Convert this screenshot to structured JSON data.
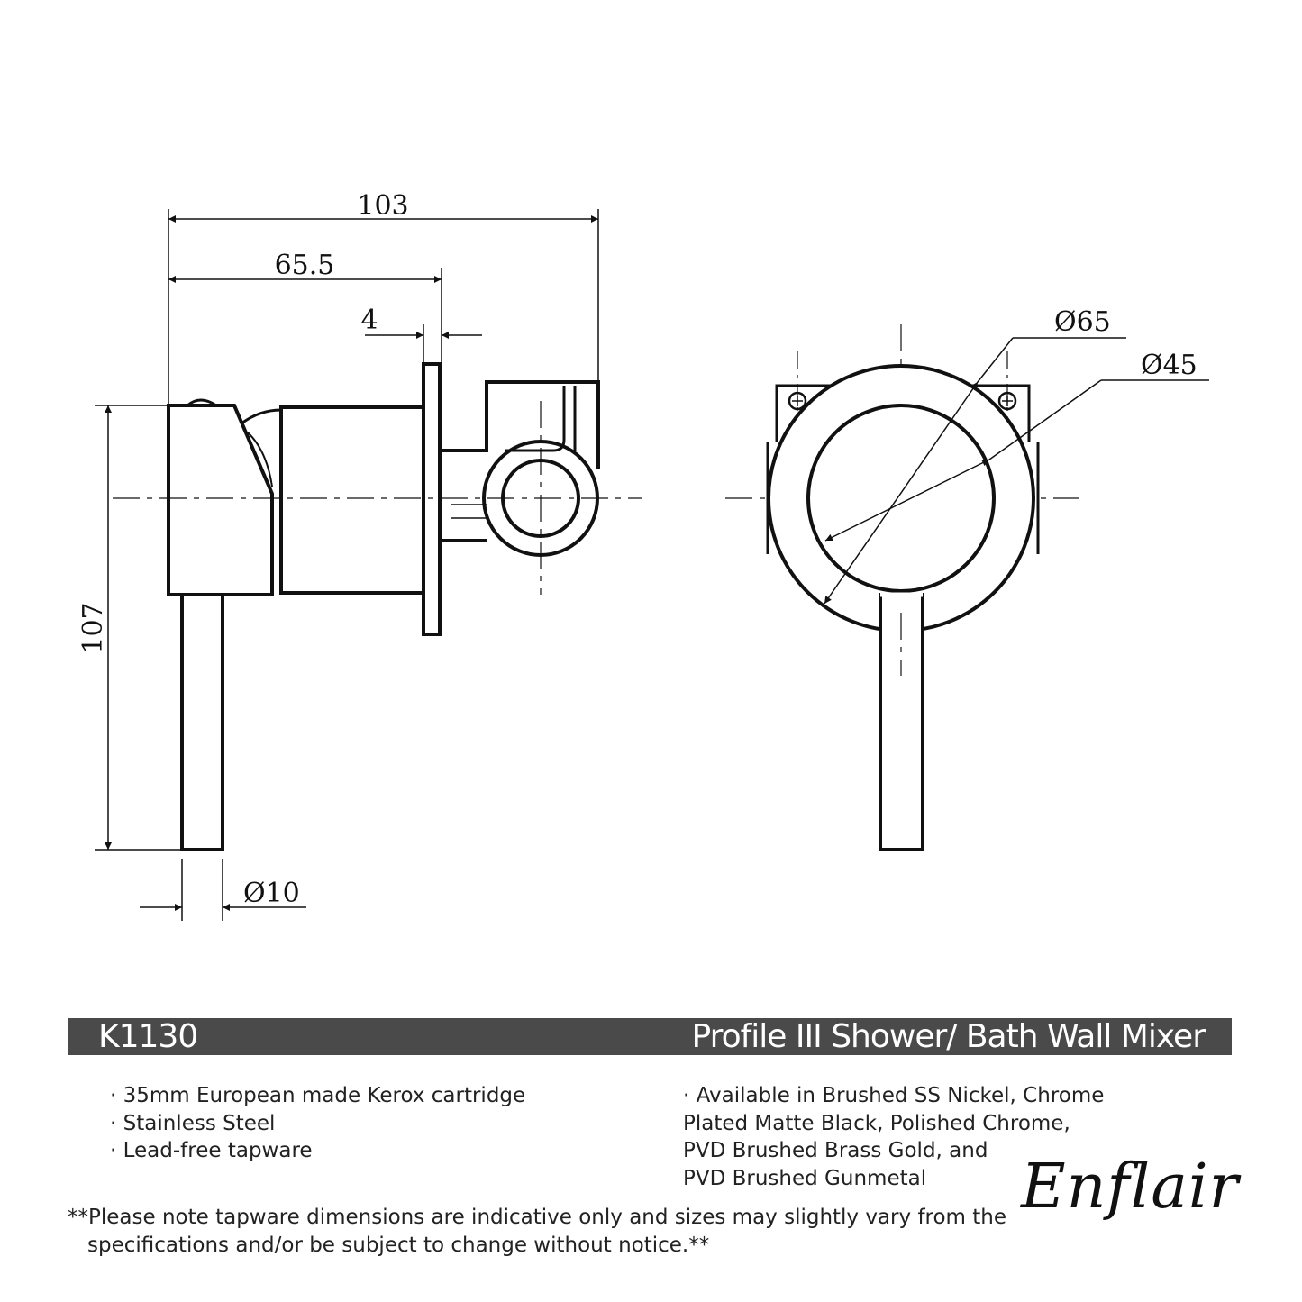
{
  "dimensions": {
    "overall_width": "103",
    "body_length": "65.5",
    "plate_thickness": "4",
    "height": "107",
    "handle_diameter": "Ø10",
    "plate_diameter": "Ø65",
    "body_diameter": "Ø45"
  },
  "title_bar": {
    "code": "K1130",
    "product_name": "Profile III Shower/ Bath Wall Mixer"
  },
  "features_left": [
    "· 35mm European made Kerox cartridge",
    "· Stainless Steel",
    "· Lead-free tapware"
  ],
  "features_right": [
    "· Available in Brushed SS Nickel, Chrome",
    "Plated Matte Black, Polished Chrome,",
    "PVD Brushed Brass Gold, and",
    "PVD Brushed Gunmetal"
  ],
  "note": {
    "line1": "**Please note tapware dimensions are indicative only and sizes may slightly vary from the",
    "line2": "specifications and/or be subject to change without notice.**"
  },
  "brand": "Enflair",
  "colors": {
    "title_bar_bg": "#4a4a4a",
    "line": "#111111"
  }
}
